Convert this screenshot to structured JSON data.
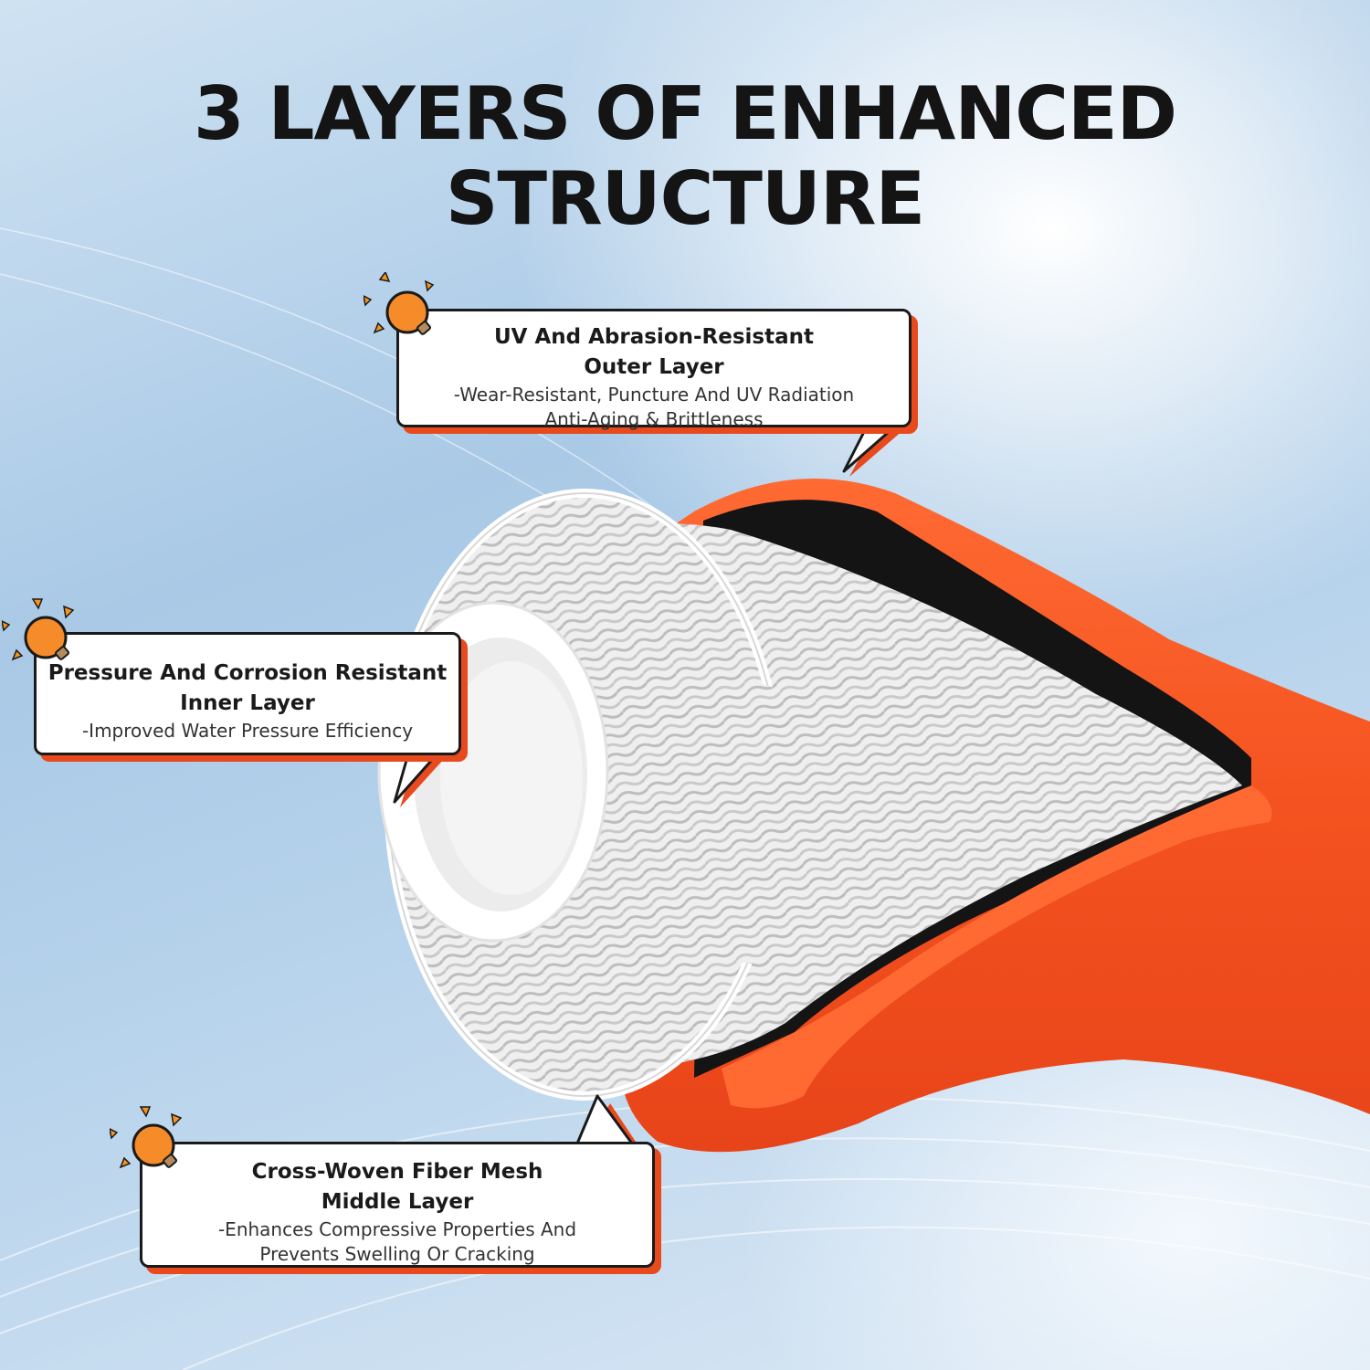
{
  "title": "3 LAYERS OF ENHANCED STRUCTURE",
  "accent_color": "#f46a25",
  "shadow_color": "#e8491d",
  "callouts": {
    "outer": {
      "heading_line1": "UV And Abrasion-Resistant",
      "heading_line2": "Outer Layer",
      "desc_line1": "-Wear-Resistant, Puncture And UV Radiation",
      "desc_line2": "Anti-Aging & Brittleness"
    },
    "inner": {
      "heading_line1": "Pressure And Corrosion Resistant",
      "heading_line2": "Inner Layer",
      "desc_line1": "-Improved Water Pressure Efficiency"
    },
    "middle": {
      "heading_line1": "Cross-Woven Fiber Mesh",
      "heading_line2": "Middle Layer",
      "desc_line1": "-Enhances Compressive Properties And",
      "desc_line2": "Prevents Swelling Or Cracking"
    }
  },
  "icons": [
    "lightbulb-icon",
    "lightbulb-icon",
    "lightbulb-icon"
  ]
}
